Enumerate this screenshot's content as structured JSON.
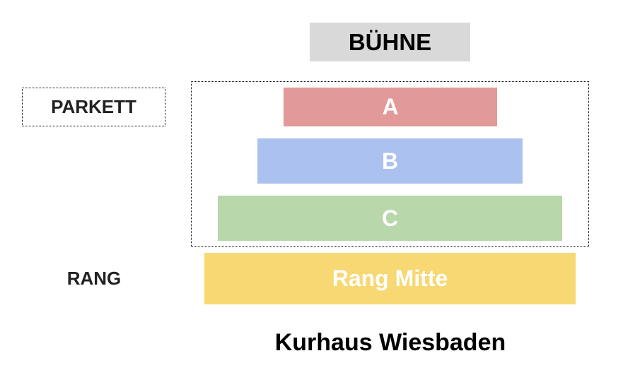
{
  "stage": {
    "label": "BÜHNE",
    "color": "#d9d9d9"
  },
  "sections": {
    "parkett_label": "PARKETT",
    "rang_label": "RANG"
  },
  "blocks": [
    {
      "label": "A",
      "color": "#e19a99"
    },
    {
      "label": "B",
      "color": "#abc1f0"
    },
    {
      "label": "C",
      "color": "#b8d7ab"
    },
    {
      "label": "Rang Mitte",
      "color": "#f7d872"
    }
  ],
  "title": "Kurhaus Wiesbaden"
}
